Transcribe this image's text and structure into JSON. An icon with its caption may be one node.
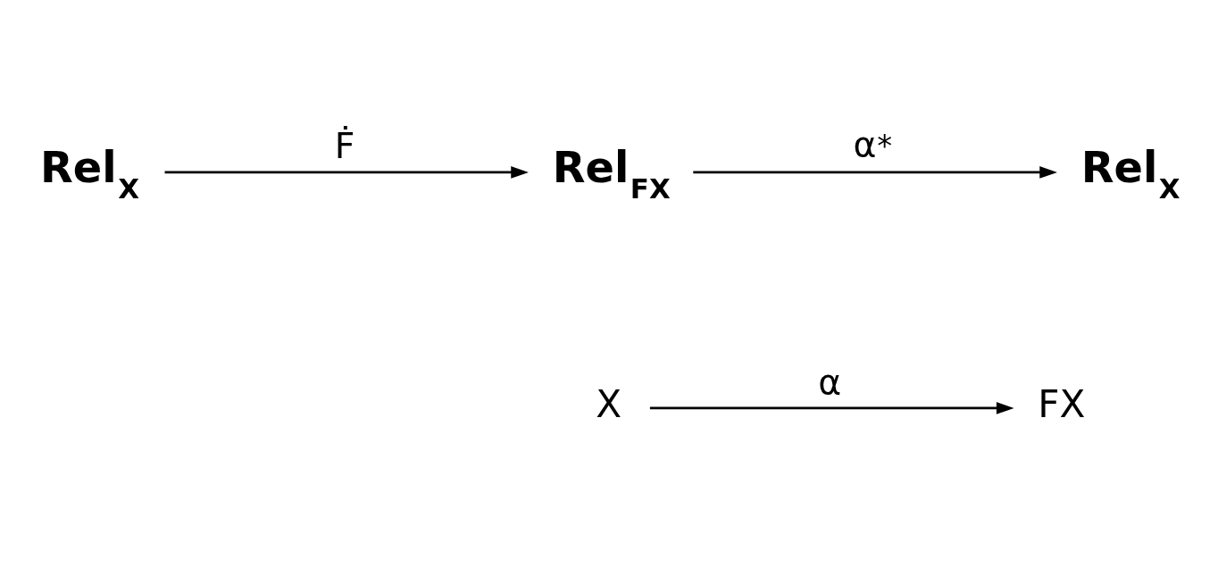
{
  "diagram": {
    "nodes": [
      {
        "text": [
          "Rel$_{X}$"
        ]
      },
      {
        "text": [
          "Rel$_{FX}$"
        ]
      },
      {
        "text": [
          "Rel$_{X}$"
        ]
      },
      {
        "text": [
          "X"
        ]
      },
      {
        "text": [
          "FX"
        ]
      }
    ],
    "edges": [
      {
        "from": 0,
        "to": 1,
        "arrow": "to",
        "label": "Ḟ"
      },
      {
        "from": 1,
        "to": 2,
        "arrow": "to",
        "label": "α$^{*}$"
      },
      {
        "from": 3,
        "to": 4,
        "arrow": "to",
        "label": "α"
      }
    ]
  }
}
